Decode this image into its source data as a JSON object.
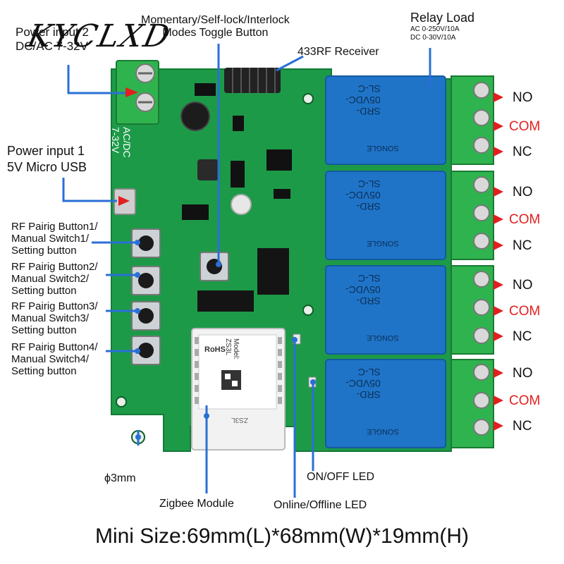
{
  "watermark": "KYCLXD",
  "labels": {
    "power_input_2": [
      "Power input 2",
      "DC/AC 7-32V"
    ],
    "toggle_button": [
      "Momentary/Self-lock/Interlock",
      "Modes Toggle Button"
    ],
    "rf_receiver": "433RF Receiver",
    "relay_load": {
      "title": "Relay Load",
      "ac": "AC 0-250V/10A",
      "dc": "DC 0-30V/10A"
    },
    "power_input_1": [
      "Power input 1",
      "5V Micro USB"
    ],
    "rf_buttons": [
      [
        "RF Pairig Button1/",
        "Manual Switch1/",
        "Setting button"
      ],
      [
        "RF Pairig Button2/",
        "Manual Switch2/",
        "Setting button"
      ],
      [
        "RF Pairig Button3/",
        "Manual Switch3/",
        "Setting button"
      ],
      [
        "RF Pairig Button4/",
        "Manual Switch4/",
        "Setting button"
      ]
    ],
    "hole": "ϕ3mm",
    "zigbee": "Zigbee Module",
    "online_led": "Online/Offline LED",
    "onoff_led": "ON/OFF LED",
    "footer": "Mini Size:69mm(L)*68mm(W)*19mm(H)"
  },
  "terminals": [
    {
      "no": "NO",
      "com": "COM",
      "nc": "NC"
    },
    {
      "no": "NO",
      "com": "COM",
      "nc": "NC"
    },
    {
      "no": "NO",
      "com": "COM",
      "nc": "NC"
    },
    {
      "no": "NO",
      "com": "COM",
      "nc": "NC"
    }
  ],
  "board_print": {
    "power_terminal": [
      "AC/DC",
      "7-32V"
    ],
    "relay_model": "SRD-05VDC-SL-C",
    "relay_brand": "SONGLE",
    "module_name": "ZS3L",
    "module_model": "Model: ZS3L",
    "rohs": "RoHS"
  },
  "colors": {
    "pcb": "#1d9a48",
    "pcb_dark": "#147a37",
    "terminal_green": "#2fb34e",
    "relay_blue": "#1f74c8",
    "arrow_blue": "#2a6fd6",
    "arrow_red": "#e21f1f",
    "text_red": "#e21f1f"
  }
}
